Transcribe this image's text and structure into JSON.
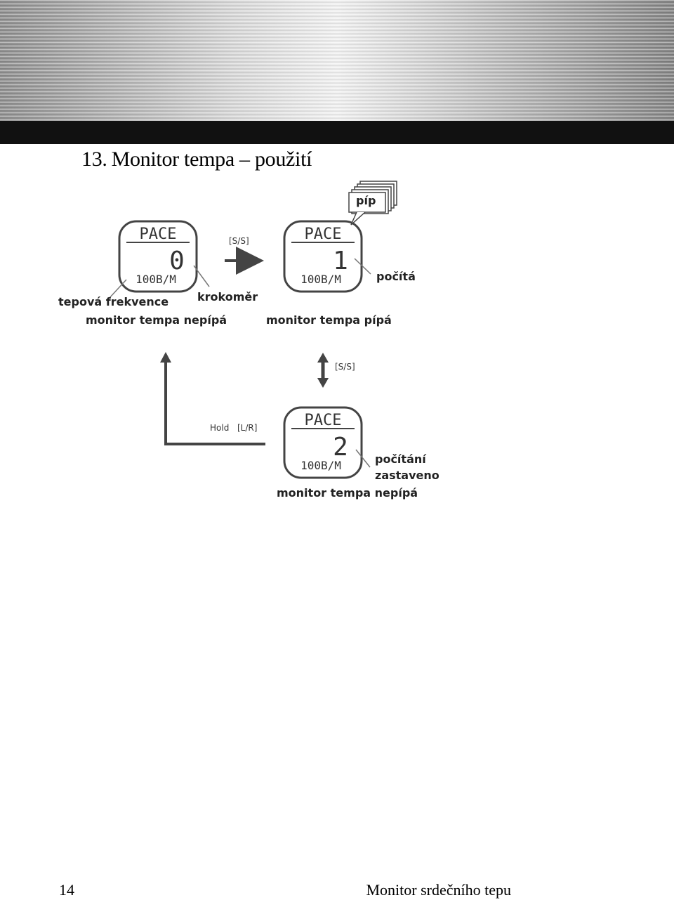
{
  "section": {
    "number": "13.",
    "title": "Monitor tempa – použití"
  },
  "watches": [
    {
      "top_label": "PACE",
      "value": "0",
      "bottom_label": "100B/M"
    },
    {
      "top_label": "PACE",
      "value": "1",
      "bottom_label": "100B/M"
    },
    {
      "top_label": "PACE",
      "value": "2",
      "bottom_label": "100B/M"
    }
  ],
  "labels": {
    "ss_right": "[S/S]",
    "ss_vertical": "[S/S]",
    "hold": "Hold",
    "lr": "[L/R]",
    "pip": "píp",
    "heart_rate": "tepová frekvence",
    "pedometer": "krokoměr",
    "counts": "počítá",
    "monitor_silent_1": "monitor tempa nepípá",
    "monitor_beeps": "monitor tempa pípá",
    "counting_stopped_1": "počítání",
    "counting_stopped_2": "zastaveno",
    "monitor_silent_2": "monitor tempa nepípá"
  },
  "footer": {
    "page_number": "14",
    "title": "Monitor srdečního tepu"
  }
}
